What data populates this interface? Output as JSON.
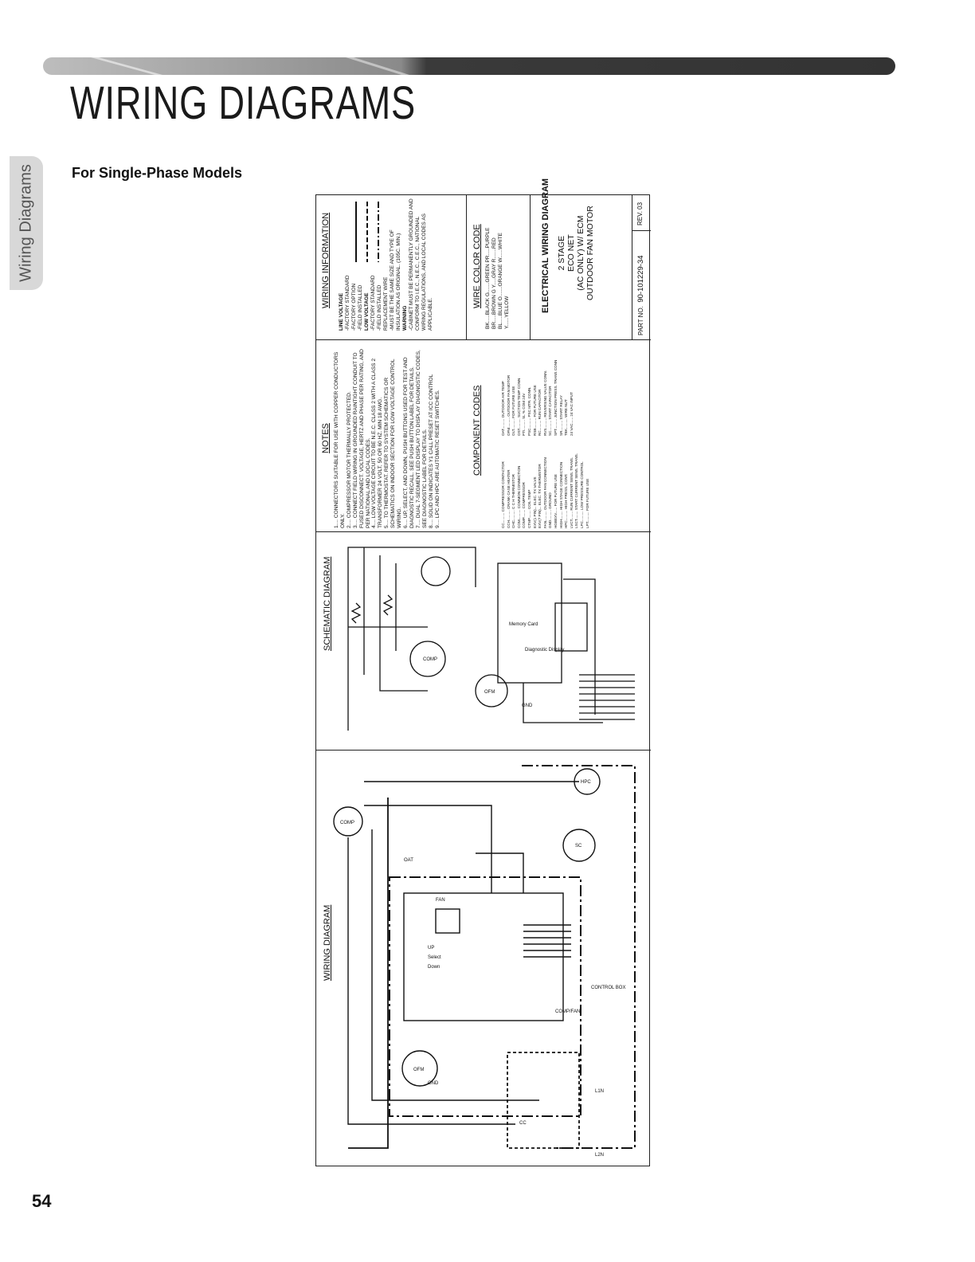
{
  "page": {
    "title": "WIRING DIAGRAMS",
    "side_tab": "Wiring Diagrams",
    "subtitle": "For Single-Phase Models",
    "page_number": "54"
  },
  "diagram": {
    "sections": {
      "wiring": "WIRING DIAGRAM",
      "schematic": "SCHEMATIC DIAGRAM",
      "notes": "NOTES",
      "component_codes": "COMPONENT CODES",
      "wiring_info": "WIRING INFORMATION",
      "wire_color_code": "WIRE COLOR CODE"
    },
    "notes": [
      "1.... CONNECTORS SUITABLE FOR USE WITH COPPER CONDUCTORS ONLY.",
      "2.... COMPRESSOR MOTOR THERMALLY PROTECTED.",
      "3.... CONNECT FIELD WIRING IN GROUNDED RAINTIGHT CONDUIT TO FUSED DISCONNECT. VOLTAGE, HERTZ AND PHASE PER RATING, AND PER NATIONAL AND LOCAL CODES.",
      "4.... LOW VOLTAGE CIRCUIT TO BE N.E.C. CLASS 2 WITH A CLASS 2 TRANSFORMER 24 VOLT, 50 OR 60 HZ. MIN 18 AWG.",
      "5.... TO THERMOSTAT. REFER TO SYSTEM SCHEMATICS OR SCHEMATICS ON INDOOR SECTION FOR LOW VOLTAGE CONTROL WIRING.",
      "6.... UP, SELECT, AND DOWN, PUSH BUTTONS USED FOR TEST AND DIAGNOSTIC RECALL. SEE PUSH BUTTON LABEL FOR DETAILS.",
      "7.... DUAL 7-SEGMENT LED DISPLAY TO DISPLAY DIAGNOSTIC CODES, SEE DIAGNOSTIC LABEL FOR DETAILS.",
      "8.... SOLID ON INDICATES Y1 CALL PRESET AT ICC CONTROL",
      "9.... LPC AND HPC ARE AUTOMATIC RESET SWITCHES."
    ],
    "component_codes_left": [
      "CC.......... COMPRESSOR CONTACTOR",
      "CCH.......... CRANK CASE HEATER",
      "CHC.......... C C H THERMISTOR",
      "COM.......... COMMON CONNECTION",
      "COMP........ COMPRESSOR",
      "CTMP........ COIL TEMP",
      "EXV(1 PIN)... ELEC. TX VALVE",
      "EXV(7 PIN)... ELEC. TX THERMISTOR",
      "FAN.......... OUTDOOR FAN CONNECTION",
      "GND.......... GROUND",
      "HGBEXV...... FOR FUTURE USE",
      "HIGH........ HIGH STAGE CONNECTION",
      "HPC.......... HIGH PRESS. CONT.",
      "LVCT........ RUN CURRENT SENS. TRANS.",
      "LSCT........ START CURRENT SENS. TRANS.",
      "LPC.......... LOW PRESSURE CONTROL",
      "LPT.......... FOR FUTURE USE"
    ],
    "component_codes_right": [
      "OAT.......... OUTDOOR AIR TEMP",
      "OFM.......... OUTDOOR FAN MOTOR",
      "OLT.......... FOR FUTURE USE",
      "OST.......... SUCTION TEMP CONN",
      "PTI.......... SL % COM 24V",
      "PSC.......... PSC MTR. CONN.",
      "RSB.......... FOR FUTURE USE",
      "RC.......... RUN CAPACITOR",
      "RVS.......... REVERSING VALVE CONN.",
      "SC.......... START CAPACITOR",
      "SPT.......... JUNCTION PRESS. TRANS CONN",
      "SR.......... START RELAY",
      "TBK.......... WIRE NUT",
      "24 VAC...... 24 VAC INPUT"
    ],
    "wiring_info": [
      "LINE VOLTAGE",
      "-FACTORY STANDARD",
      "-FACTORY OPTION",
      "-FIELD INSTALLED",
      "LOW VOLTAGE",
      "-FACTORY STANDARD",
      "-FIELD INSTALLED",
      "REPLACEMENT WIRE",
      "-MUST BE THE SAME SIZE AND TYPE OF INSULATION AS ORIGINAL. (105C. MIN.)",
      "WARNING",
      "-CABINET MUST BE PERMANENTLY GROUNDED AND CONFORM TO I.E.C., N.E.C., C.E.C., NATIONAL WIRING REGULATIONS, AND LOCAL CODES AS APPLICABLE."
    ],
    "wire_colors": [
      "BK.....BLACK   G.......GREEN   PR.....PURPLE",
      "BR.....BROWN   G Y.....GRAY    R.......RED",
      "BL.....BLUE    O.......ORANGE  W......WHITE",
      "                               Y......YELLOW"
    ],
    "title_block": {
      "title": "ELECTRICAL WIRING DIAGRAM",
      "lines": [
        "2 STAGE",
        "ECO NET",
        "(AC ONLY) W/ ECM",
        "OUTDOOR FAN MOTOR"
      ],
      "part_label": "PART NO.",
      "part_no": "90-101229-34",
      "rev_label": "REV.",
      "rev": "03"
    },
    "labels": {
      "control_box": "CONTROL BOX",
      "memory_card": "Memory Card",
      "diagnostic_display": "Diagnostic Display",
      "up": "UP",
      "select": "Select",
      "down": "Down",
      "comp": "COMP",
      "ofm": "OFM",
      "hpc": "HPC",
      "oat": "OAT",
      "sc": "SC",
      "cc": "CC",
      "gnd": "GND",
      "l1n": "L1N",
      "l2n": "L2N",
      "fan": "FAN",
      "comp_fan": "COMP/FAN"
    }
  }
}
